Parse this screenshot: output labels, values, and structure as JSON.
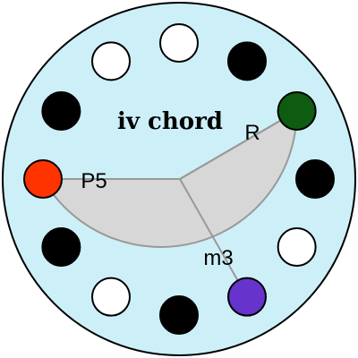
{
  "title": "iv chord",
  "colors": {
    "background_circle": "#cdf0f8",
    "outline": "#000000",
    "sector_fill": "#d7d7d7",
    "sector_stroke": "#999999",
    "white_key": "#ffffff",
    "black_key": "#000000"
  },
  "notes": [
    {
      "name": "note-12",
      "fill": "#ffffff"
    },
    {
      "name": "note-1",
      "fill": "#000000"
    },
    {
      "name": "note-2",
      "fill": "#0d5c12",
      "label": "R"
    },
    {
      "name": "note-3",
      "fill": "#000000"
    },
    {
      "name": "note-4",
      "fill": "#ffffff"
    },
    {
      "name": "note-5",
      "fill": "#6633cc",
      "label": "m3"
    },
    {
      "name": "note-6",
      "fill": "#000000"
    },
    {
      "name": "note-7",
      "fill": "#ffffff"
    },
    {
      "name": "note-8",
      "fill": "#000000"
    },
    {
      "name": "note-9",
      "fill": "#ff3300",
      "label": "P5"
    },
    {
      "name": "note-10",
      "fill": "#000000"
    },
    {
      "name": "note-11",
      "fill": "#ffffff"
    }
  ],
  "labels": {
    "root": "R",
    "third": "m3",
    "fifth": "P5"
  }
}
